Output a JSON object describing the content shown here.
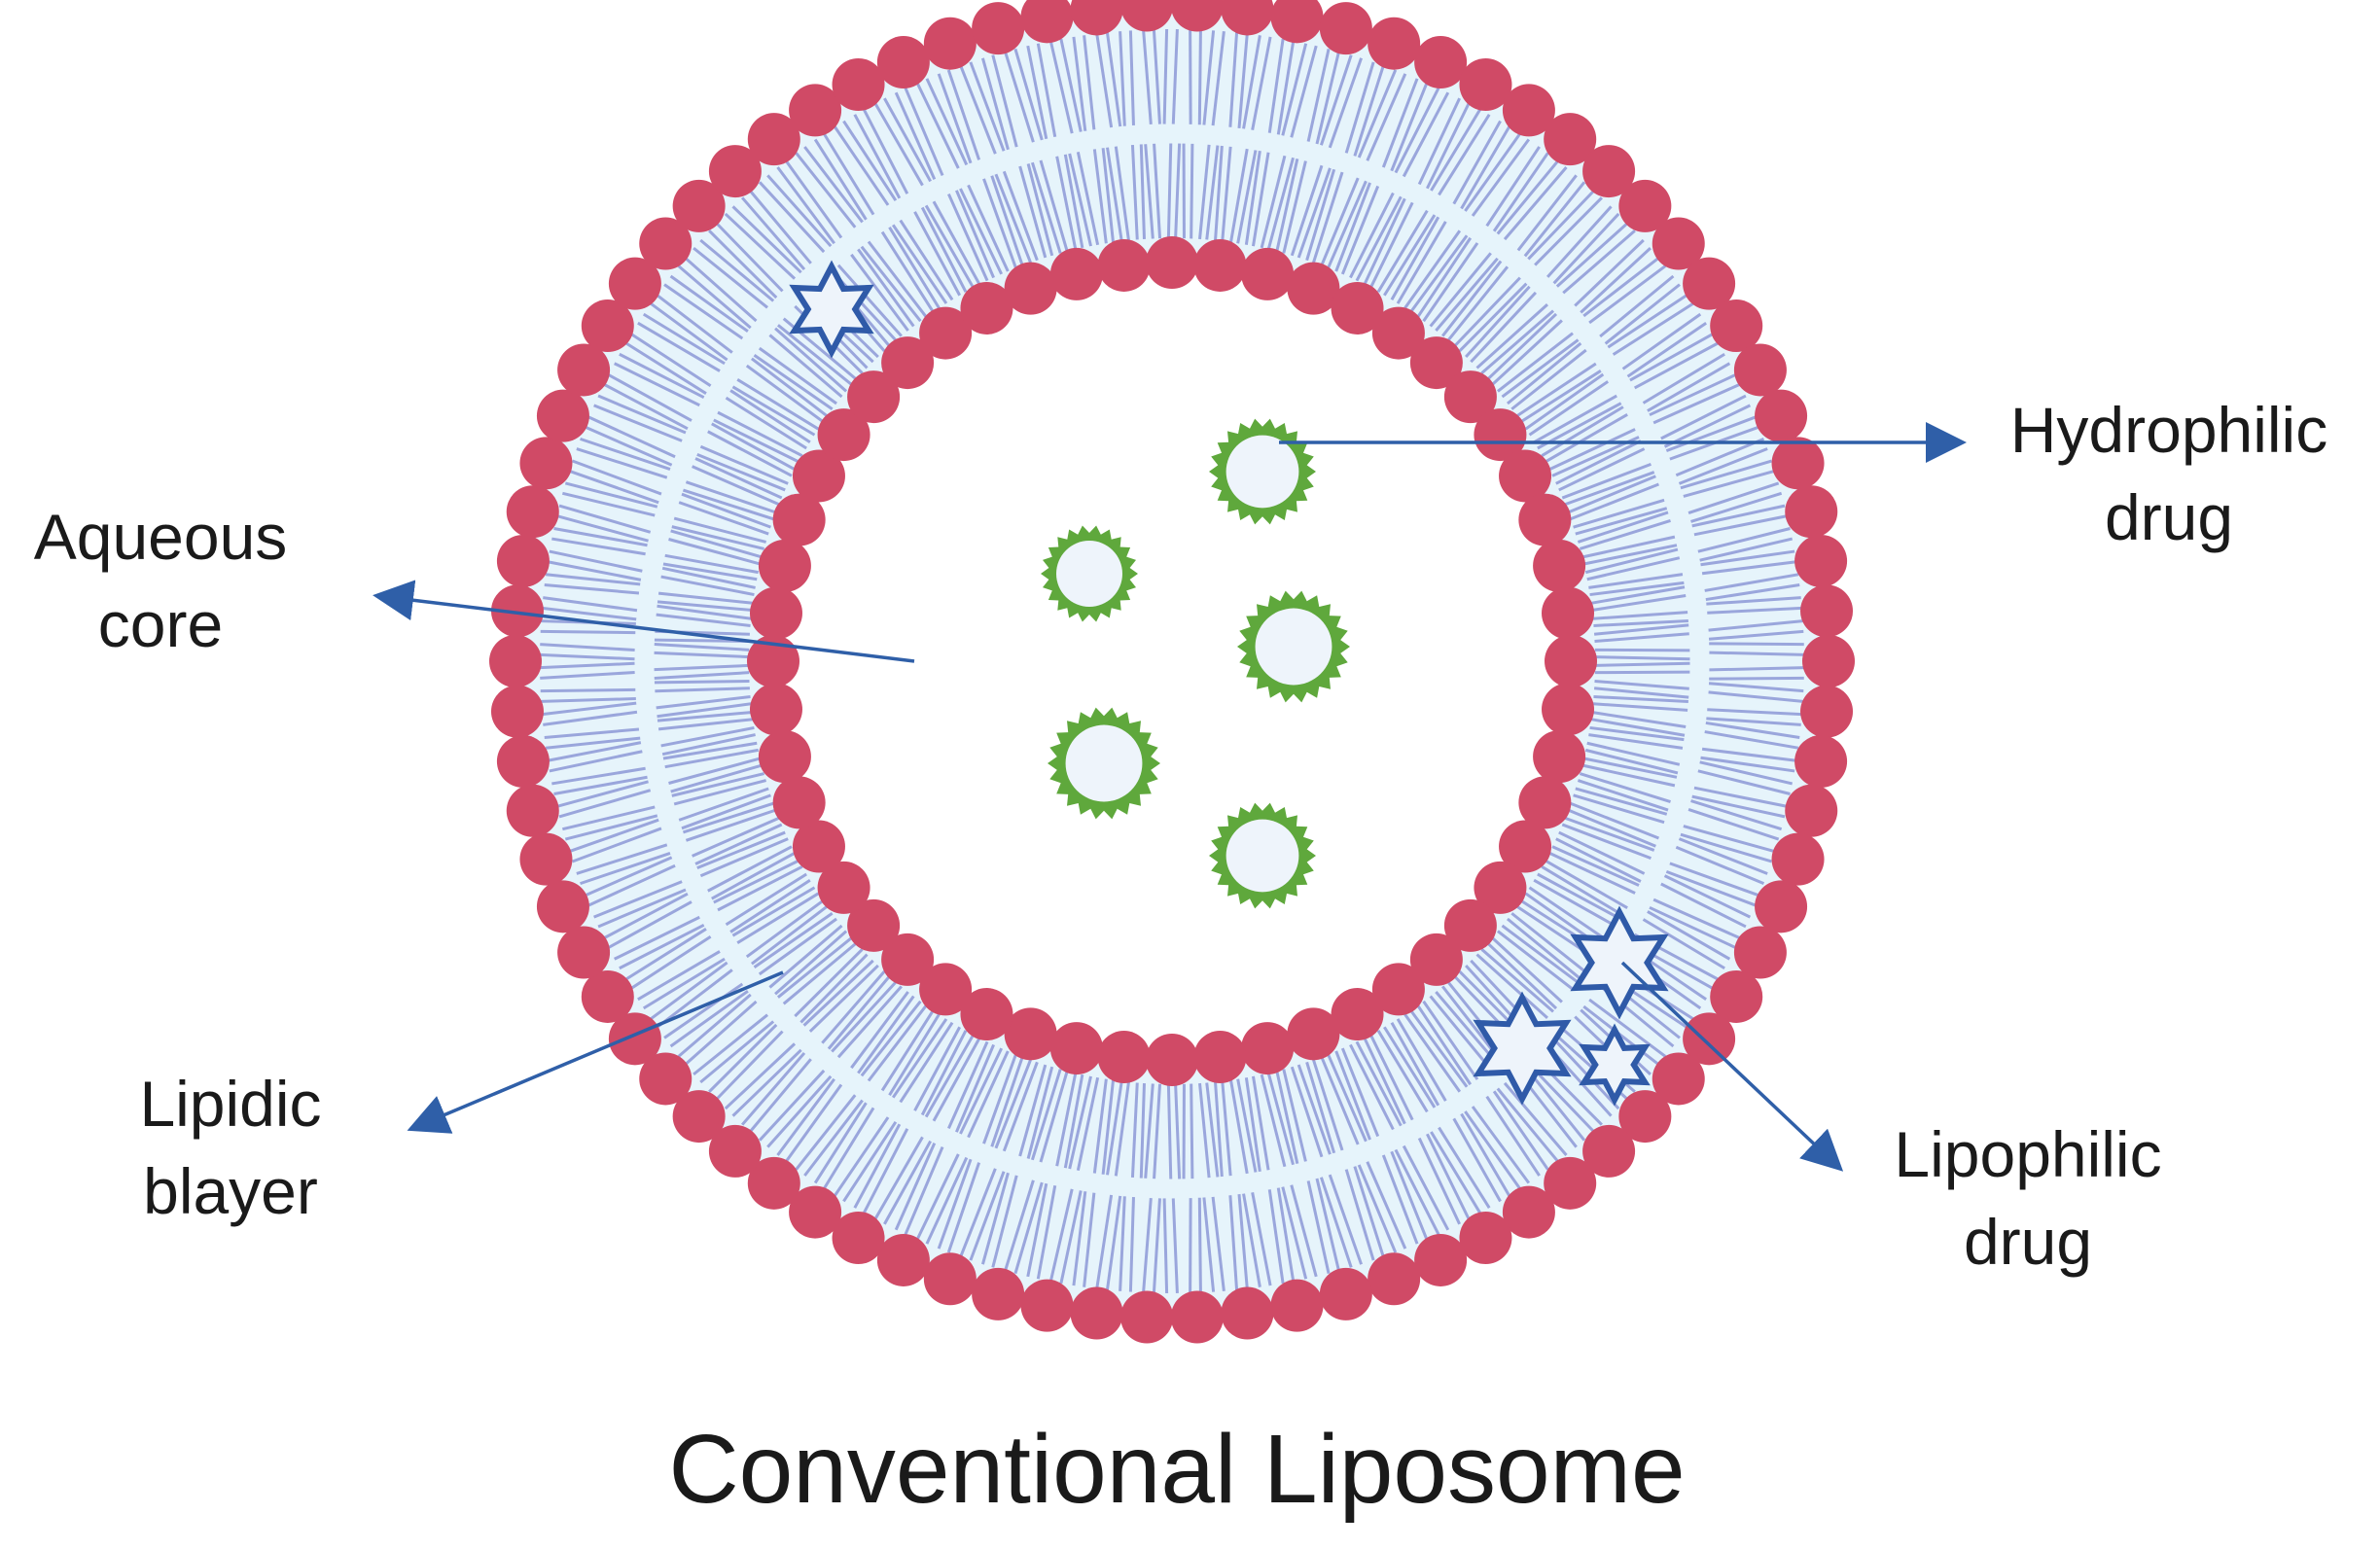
{
  "title": "Conventional Liposome",
  "labels": {
    "aqueous_core": [
      "Aqueous",
      "core"
    ],
    "lipidic_bilayer": [
      "Lipidic",
      "blayer"
    ],
    "hydrophilic_drug": [
      "Hydrophilic",
      "drug"
    ],
    "lipophilic_drug": [
      "Lipophilic",
      "drug"
    ]
  },
  "colors": {
    "lipid_head": "#d04a66",
    "lipid_tail": "#9aa6dc",
    "bilayer_fill": "#e6f4fb",
    "hydrophilic_drug": "#5fa83c",
    "drug_fill": "#eef4fb",
    "lipophilic_drug": "#2f5aa8",
    "arrow": "#2f5fa8",
    "text": "#1a1a1a"
  },
  "icons": {
    "hydrophilic_drug": "spiky-circle-icon",
    "lipophilic_drug": "six-point-star-icon"
  }
}
